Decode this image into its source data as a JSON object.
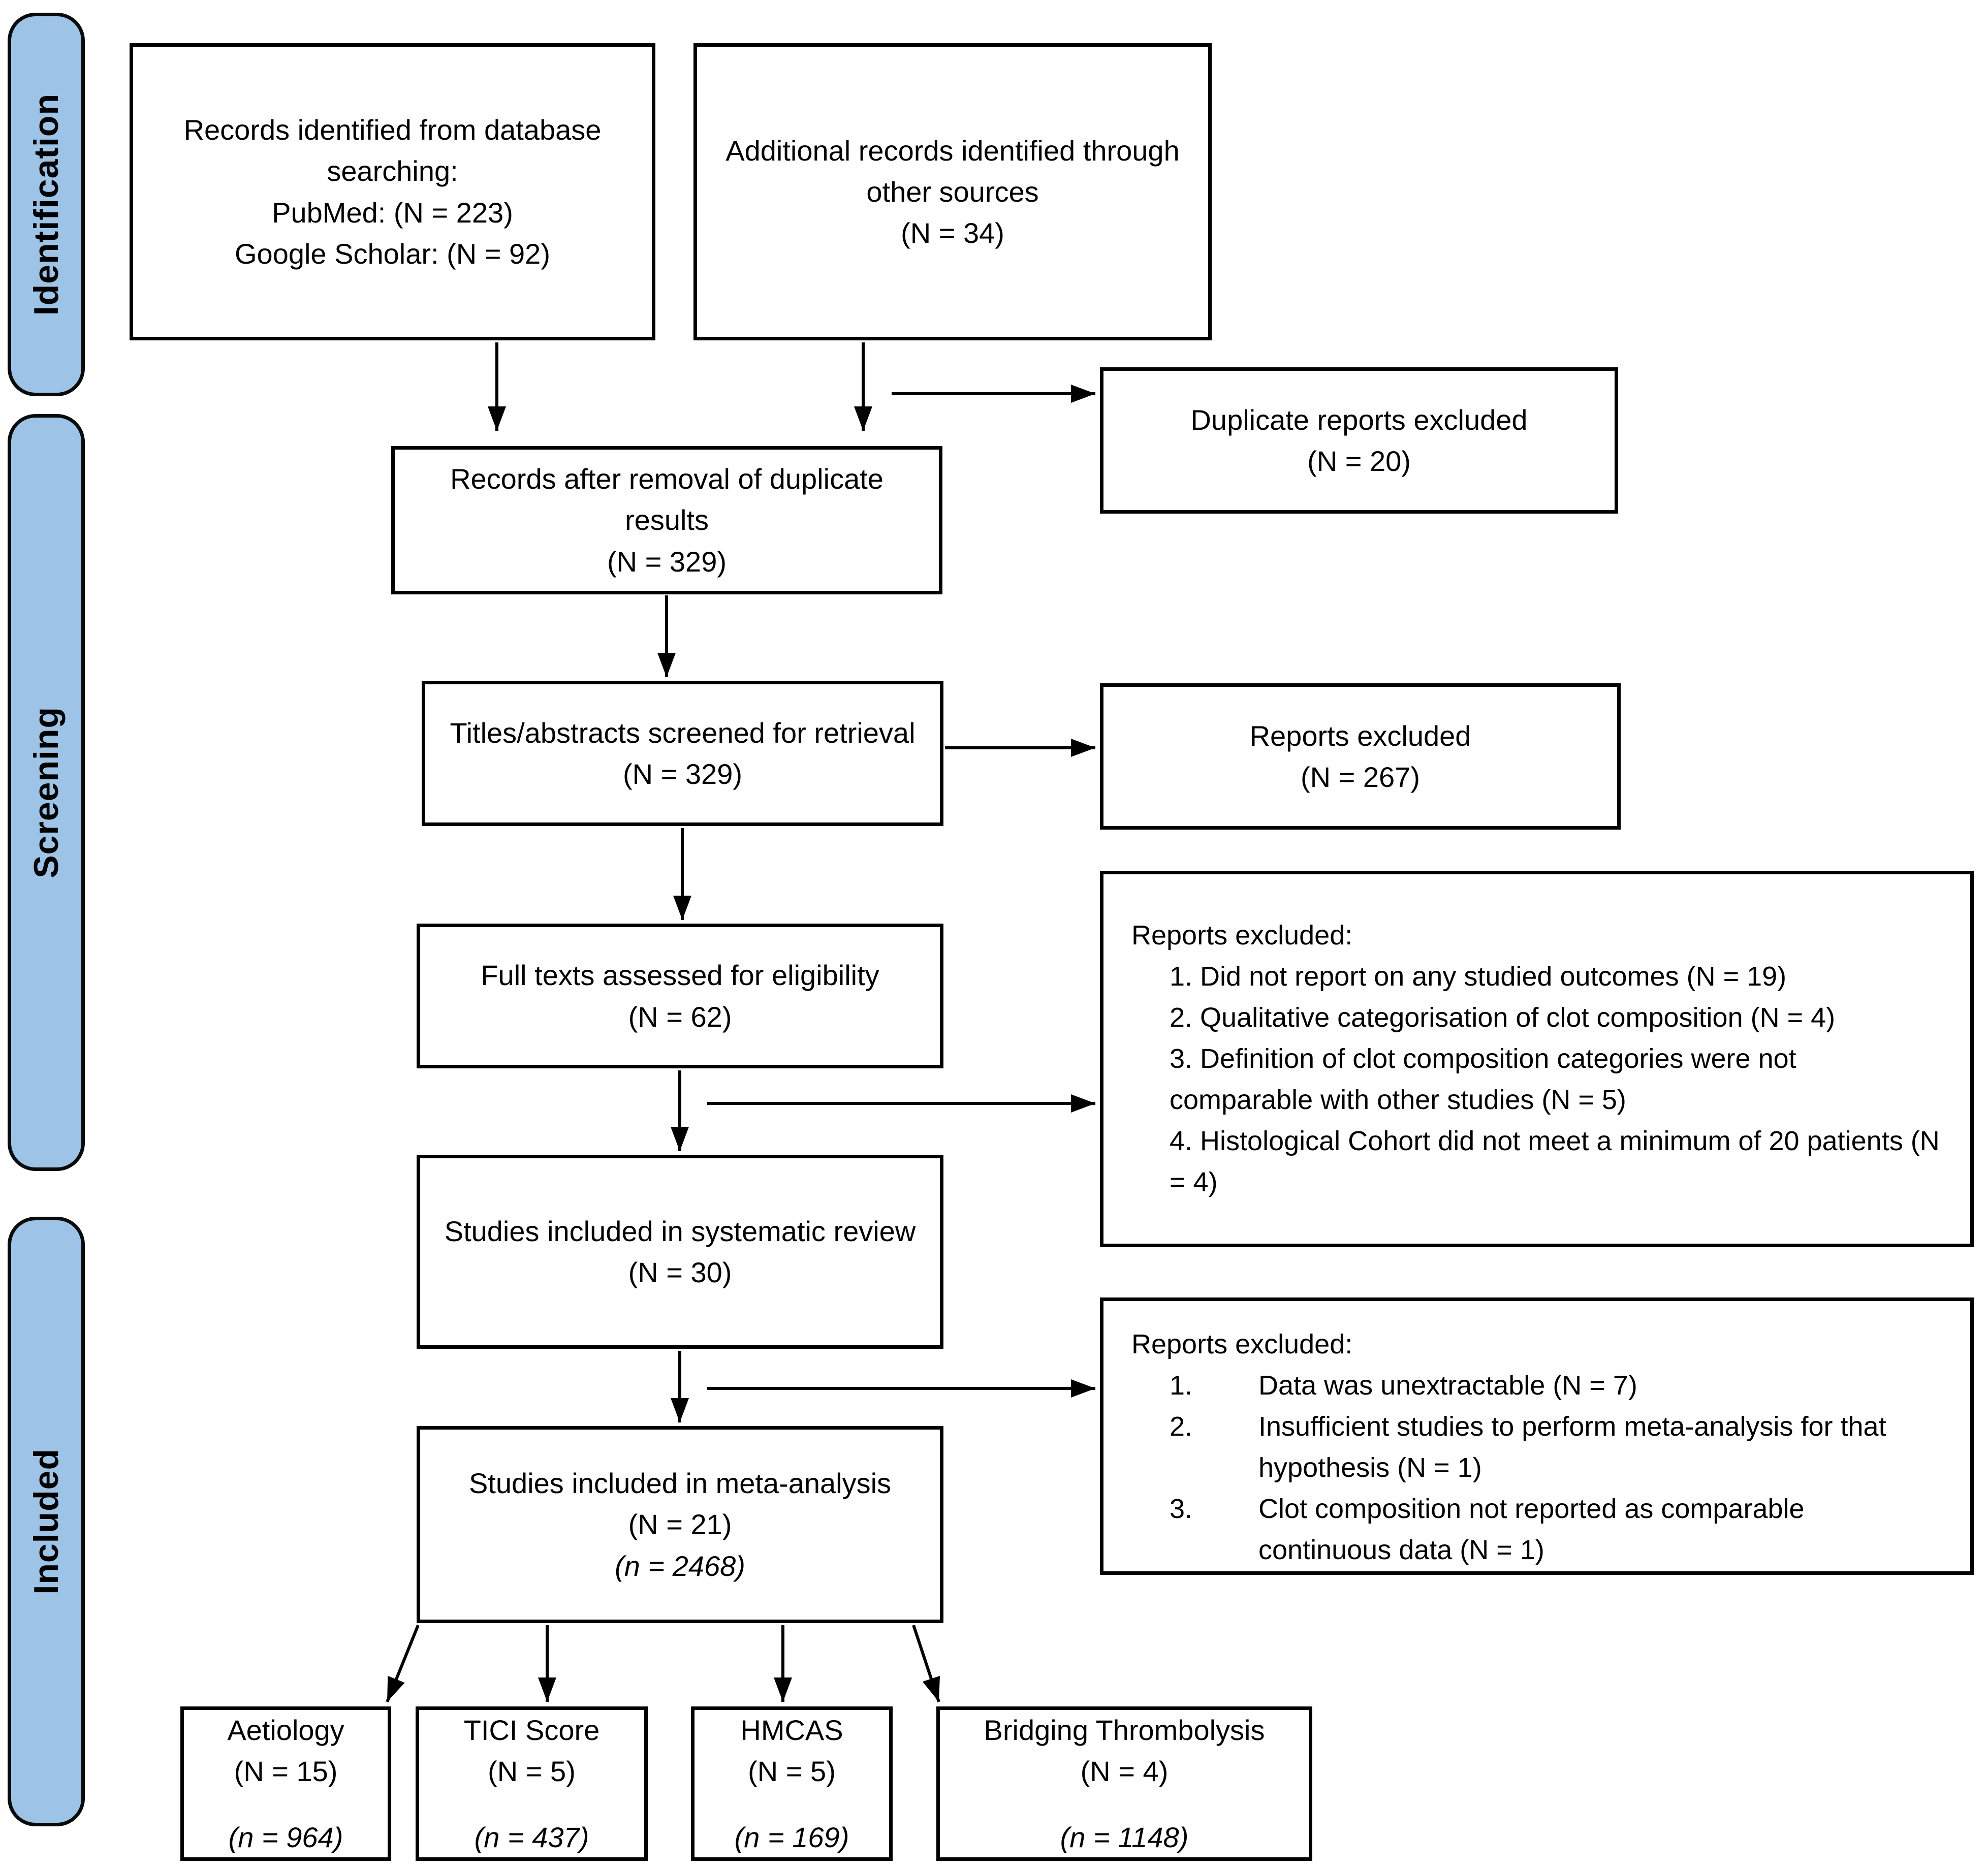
{
  "colors": {
    "stage_fill": "#9DC3E6",
    "line": "#000000",
    "box_fill": "#FFFFFF"
  },
  "stages": {
    "identification": "Identification",
    "screening": "Screening",
    "included": "Included"
  },
  "boxes": {
    "records_identified": {
      "line1": "Records identified from database searching:",
      "line2": "PubMed: (N = 223)",
      "line3": "Google Scholar: (N = 92)"
    },
    "additional_records": {
      "line1": "Additional records identified through other sources",
      "line2": "(N = 34)"
    },
    "duplicates_excluded": {
      "line1": "Duplicate reports excluded",
      "line2": "(N = 20)"
    },
    "records_after_dedup": {
      "line1": "Records after removal of duplicate results",
      "line2": "(N = 329)"
    },
    "titles_screened": {
      "line1": "Titles/abstracts screened for retrieval",
      "line2": "(N = 329)"
    },
    "reports_excluded_screening": {
      "line1": "Reports excluded",
      "line2": "(N = 267)"
    },
    "full_texts_assessed": {
      "line1": "Full texts assessed for eligibility",
      "line2": "(N = 62)"
    },
    "reports_excluded_eligibility": {
      "title": "Reports excluded:",
      "items": [
        "1. Did not report on any studied outcomes (N = 19)",
        "2. Qualitative categorisation of clot composition (N = 4)",
        "3. Definition of clot composition categories were not comparable with other studies (N = 5)",
        "4. Histological Cohort did not meet a minimum of 20 patients (N = 4)"
      ]
    },
    "systematic_review": {
      "line1": "Studies included in systematic review",
      "line2": "(N = 30)"
    },
    "reports_excluded_meta": {
      "title": "Reports excluded:",
      "items": [
        {
          "num": "1.",
          "text": "Data was unextractable (N = 7)"
        },
        {
          "num": "2.",
          "text": "Insufficient studies to perform meta-analysis for that hypothesis (N = 1)"
        },
        {
          "num": "3.",
          "text": "Clot composition not reported as comparable continuous data (N = 1)"
        }
      ]
    },
    "meta_analysis": {
      "line1": "Studies included in meta-analysis",
      "line2": "(N = 21)",
      "line3": "(n = 2468)"
    },
    "aetiology": {
      "title": "Aetiology",
      "n_studies": "(N = 15)",
      "n_patients": "(n = 964)"
    },
    "tici_score": {
      "title": "TICI Score",
      "n_studies": "(N = 5)",
      "n_patients": "(n = 437)"
    },
    "hmcas": {
      "title": "HMCAS",
      "n_studies": "(N = 5)",
      "n_patients": "(n = 169)"
    },
    "bridging_thrombolysis": {
      "title": "Bridging Thrombolysis",
      "n_studies": "(N = 4)",
      "n_patients": "(n = 1148)"
    }
  }
}
